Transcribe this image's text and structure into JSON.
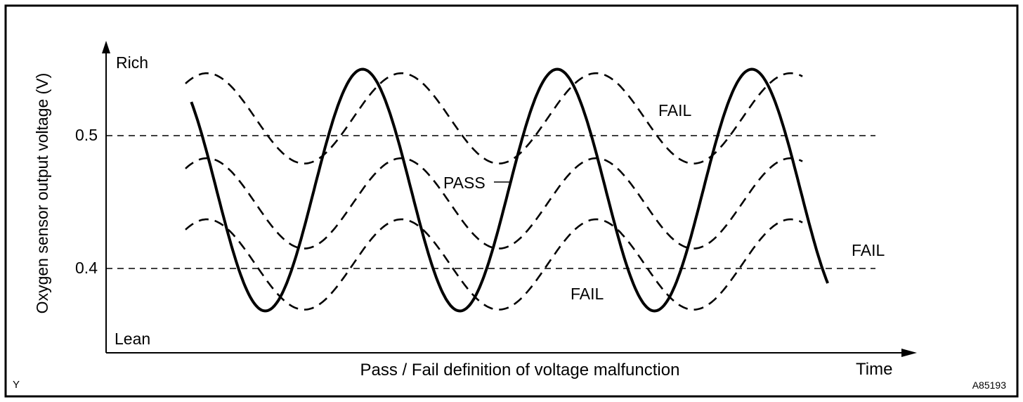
{
  "chart_data": {
    "type": "line",
    "title": "Pass / Fail definition of voltage malfunction",
    "xlabel": "Time",
    "ylabel": "Oxygen sensor output voltage (V)",
    "y_top_label": "Rich",
    "y_bottom_label": "Lean",
    "yticks": [
      "0.5",
      "0.4"
    ],
    "ylim": [
      0.345,
      0.556
    ],
    "thresholds": [
      {
        "value": 0.5,
        "style": "dashed"
      },
      {
        "value": 0.4,
        "style": "dashed"
      }
    ],
    "curves": {
      "solid": {
        "center": 0.459,
        "amp": 0.091,
        "offset": 0.0,
        "start": 0.03,
        "end": 3.3
      },
      "dashed1": {
        "center": 0.513,
        "amp": 0.034,
        "offset": 0.2,
        "start": 0.0,
        "end": 3.17
      },
      "dashed2": {
        "center": 0.449,
        "amp": 0.034,
        "offset": 0.2,
        "start": 0.0,
        "end": 3.17
      },
      "dashed3": {
        "center": 0.403,
        "amp": 0.034,
        "offset": 0.2,
        "start": 0.0,
        "end": 3.17
      }
    },
    "annotations": [
      "FAIL",
      "PASS",
      "FAIL",
      "FAIL"
    ],
    "grid": false,
    "legend": "none"
  },
  "corner": {
    "left": "Y",
    "right": "A85193"
  }
}
